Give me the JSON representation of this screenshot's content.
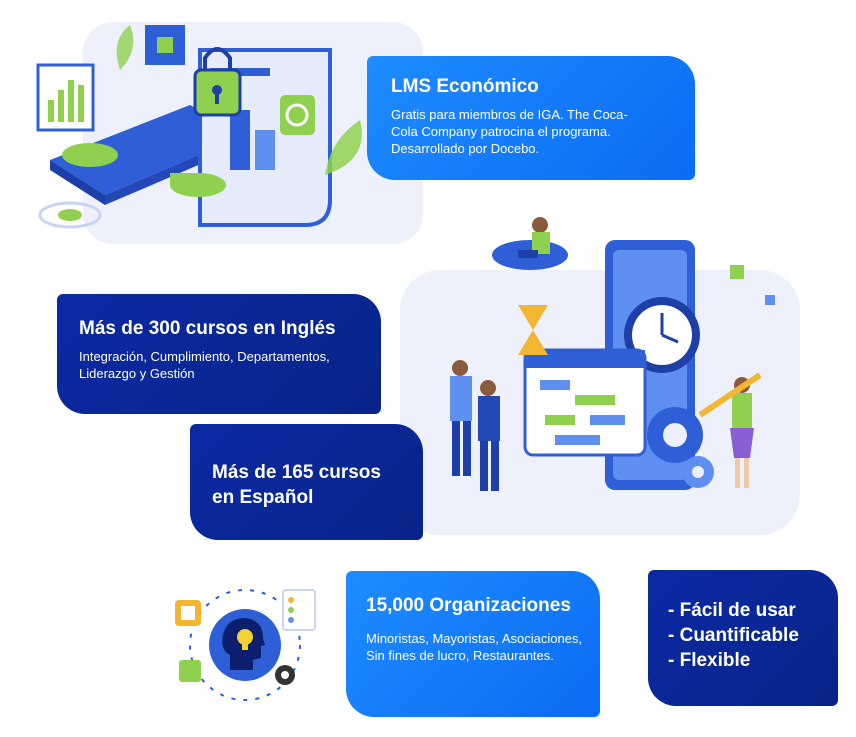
{
  "cards": {
    "lms": {
      "title": "LMS Económico",
      "body": "Gratis para miembros de IGA. The Coca-Cola Company patrocina el programa. Desarrollado por Docebo."
    },
    "english": {
      "title": "Más de 300 cursos en Inglés",
      "body": "Integración, Cumplimiento, Departamentos, Liderazgo y Gestión"
    },
    "spanish": {
      "title_line1": "Más de 165 cursos",
      "title_line2": "en Español"
    },
    "organizations": {
      "title": "15,000 Organizaciones",
      "body": "Minoristas, Mayoristas, Asociaciones, Sin fines de lucro, Restaurantes."
    },
    "features": {
      "items": [
        "- Fácil de usar",
        "- Cuantificable",
        "- Flexible"
      ]
    }
  },
  "colors": {
    "bright_blue": "#0a6cf2",
    "navy": "#0b2aa3",
    "panel_bg": "#eef1fb",
    "accent_green": "#8fd14f"
  },
  "icons": [
    "dashboard-illustration",
    "lock-icon",
    "clock-icon",
    "calendar-icon",
    "gear-icon",
    "head-lightbulb-icon"
  ]
}
